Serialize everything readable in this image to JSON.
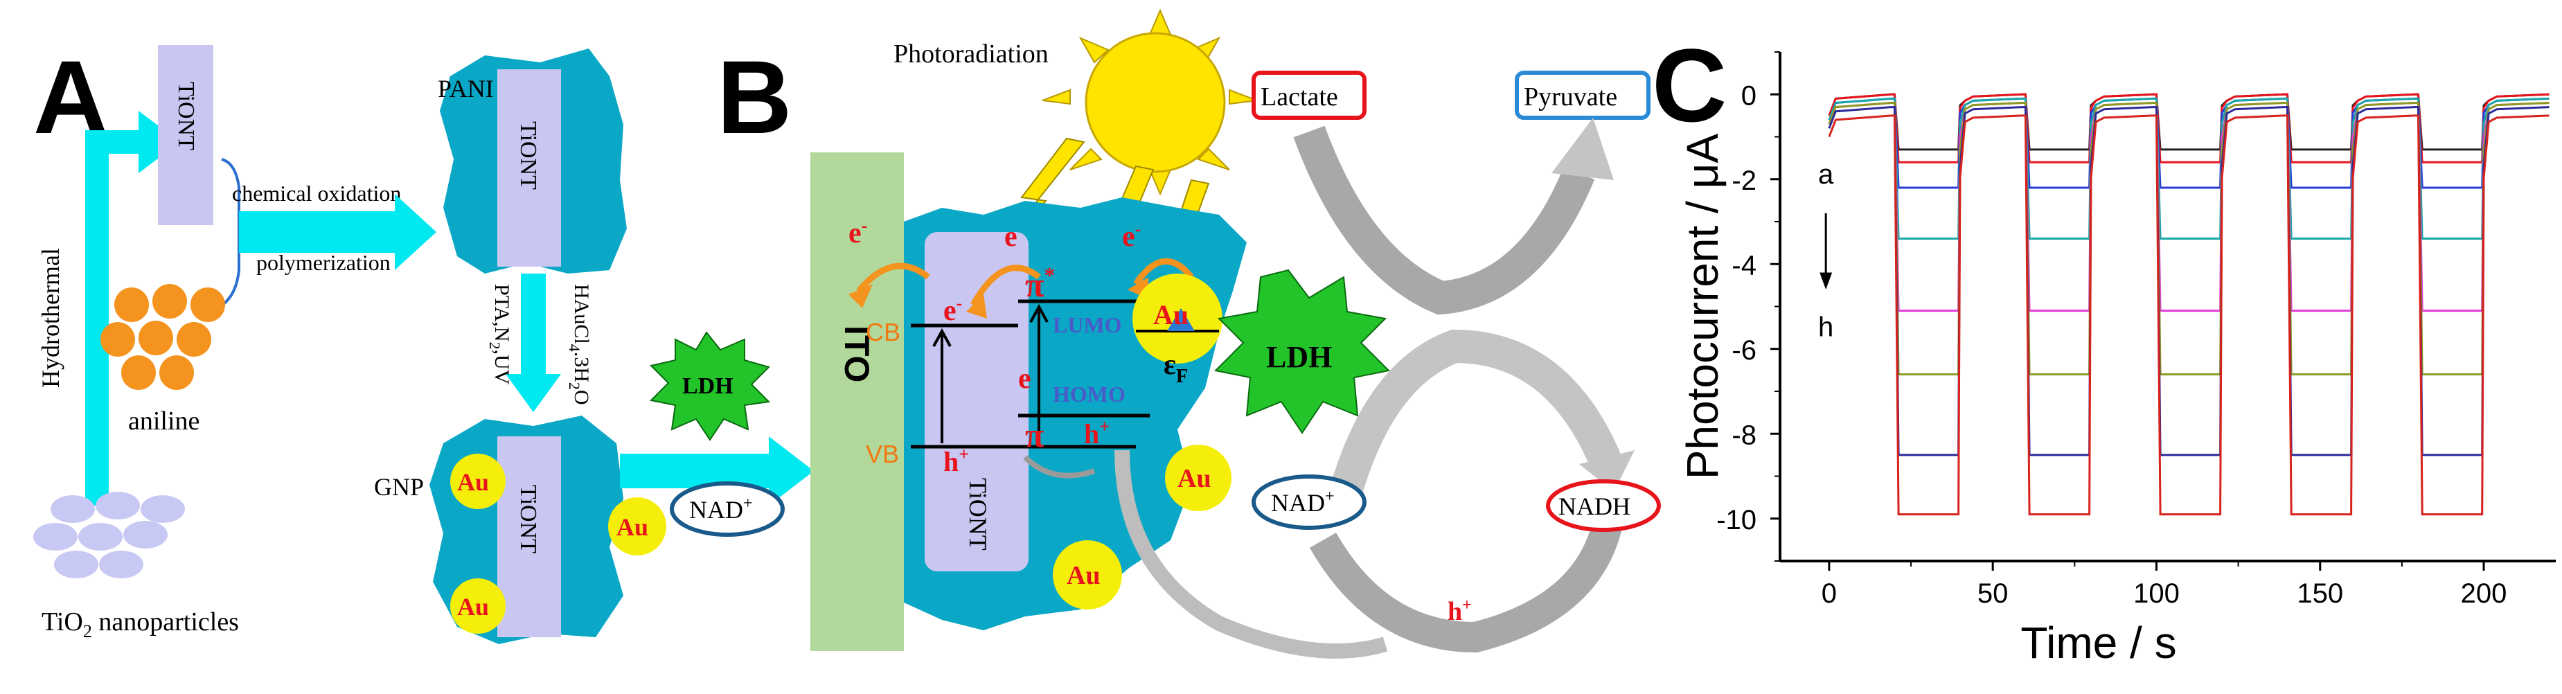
{
  "panels": {
    "A": {
      "letter": "A",
      "tiont": "TiONT",
      "hydrothermal": "Hydrothermal",
      "chem_ox": "chemical oxidation",
      "polymerization": "polymerization",
      "aniline": "aniline",
      "tio2_main": "TiO",
      "tio2_sub": "2",
      "tio2_rest": " nanoparticles",
      "pani": "PANI",
      "pta_main": "PTA,N",
      "pta_sub": "2",
      "pta_rest": ",UV",
      "haucl_main": "HAuCl",
      "haucl_sub": "4",
      "haucl_rest": ".3H",
      "haucl_sub2": "2",
      "haucl_end": "O",
      "gnp": "GNP",
      "au": "Au",
      "ldh": "LDH",
      "nad": "NAD",
      "plus": "+"
    },
    "B": {
      "letter": "B",
      "photoradiation": "Photoradiation",
      "lactate": "Lactate",
      "pyruvate": "Pyruvate",
      "ito": "ITO",
      "cb": "CB",
      "vb": "VB",
      "e": "e",
      "minus": "-",
      "h": "h",
      "plus": "+",
      "pi": "π",
      "star": "*",
      "lumo": "LUMO",
      "homo": "HOMO",
      "ef": "ε",
      "ef_sub": "F",
      "au": "Au",
      "ldh": "LDH",
      "nad": "NAD",
      "nadh": "NADH",
      "tiont": "TiONT"
    },
    "C": {
      "letter": "C"
    }
  },
  "chart_data": {
    "type": "line",
    "xlabel": "Time / s",
    "ylabel": "Photocurrent / μA",
    "xlim": [
      -15,
      222
    ],
    "ylim": [
      -11,
      1
    ],
    "xticks": [
      0,
      50,
      100,
      150,
      200
    ],
    "yticks": [
      0,
      -2,
      -4,
      -6,
      -8,
      -10
    ],
    "annotation_top": "a",
    "annotation_bottom": "h",
    "light_on_intervals": [
      [
        20,
        40
      ],
      [
        60,
        80
      ],
      [
        100,
        120
      ],
      [
        140,
        160
      ],
      [
        180,
        200
      ]
    ],
    "series": [
      {
        "color": "#222222",
        "on_level": -1.3,
        "off_level": 0.0
      },
      {
        "color": "#e8141c",
        "on_level": -1.6,
        "off_level": 0.0
      },
      {
        "color": "#2a3bd6",
        "on_level": -2.2,
        "off_level": -0.1
      },
      {
        "color": "#1aa7a7",
        "on_level": -3.4,
        "off_level": -0.1
      },
      {
        "color": "#e23ad8",
        "on_level": -5.1,
        "off_level": -0.2
      },
      {
        "color": "#8e9a22",
        "on_level": -6.6,
        "off_level": -0.2
      },
      {
        "color": "#2a2a9a",
        "on_level": -8.5,
        "off_level": -0.3
      },
      {
        "color": "#d8221c",
        "on_level": -9.9,
        "off_level": -0.5
      }
    ]
  },
  "colors": {
    "cyan": "#00c2d6",
    "teal_blob": "#0aa7c6",
    "lavender": "#c9c6f2",
    "orange_np": "#f4931e",
    "tio2_np": "#c8c8f4",
    "au_fill": "#f5ee0a",
    "ldh_green": "#22c42a",
    "ito_green": "#b2d89c",
    "sun": "#ffe400",
    "text_red": "#e8141c",
    "text_blue": "#4a5ac8",
    "text_orange": "#f07a10"
  }
}
